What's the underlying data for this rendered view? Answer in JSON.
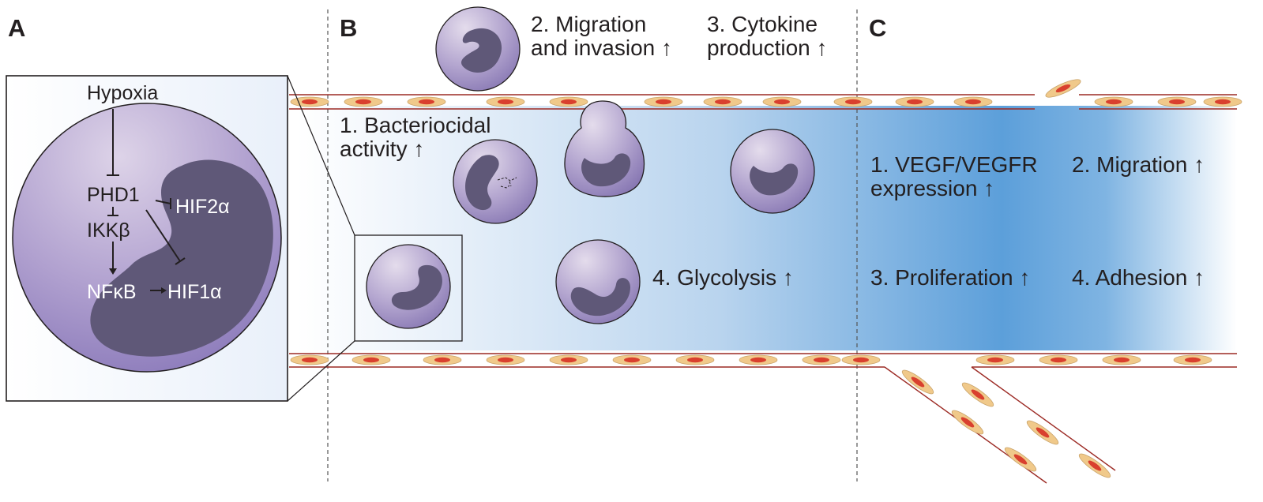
{
  "panels": {
    "a": "A",
    "b": "B",
    "c": "C"
  },
  "panel_a": {
    "hypoxia": "Hypoxia",
    "phd1": "PHD1",
    "ikkb": "IKKβ",
    "hif2a": "HIF2α",
    "nfkb": "NFκB",
    "hif1a": "HIF1α"
  },
  "panel_b": {
    "item1_line1": "1. Bacteriocidal",
    "item1_line2": "activity ↑",
    "item2_line1": "2. Migration",
    "item2_line2": "and invasion ↑",
    "item3_line1": "3. Cytokine",
    "item3_line2": "production ↑",
    "item4": "4. Glycolysis ↑"
  },
  "panel_c": {
    "item1_line1": "1. VEGF/VEGFR",
    "item1_line2": "expression ↑",
    "item2": "2. Migration ↑",
    "item3": "3. Proliferation ↑",
    "item4": "4. Adhesion ↑"
  },
  "colors": {
    "cell_light": "#d8cfe3",
    "cell_dark": "#8a78b4",
    "nucleus": "#5f5878",
    "vessel_blue": "#5a9fd8",
    "endothelial": "#f0c98a",
    "endothelial_nucleus": "#d9402e",
    "vessel_wall": "#9c2a24"
  }
}
